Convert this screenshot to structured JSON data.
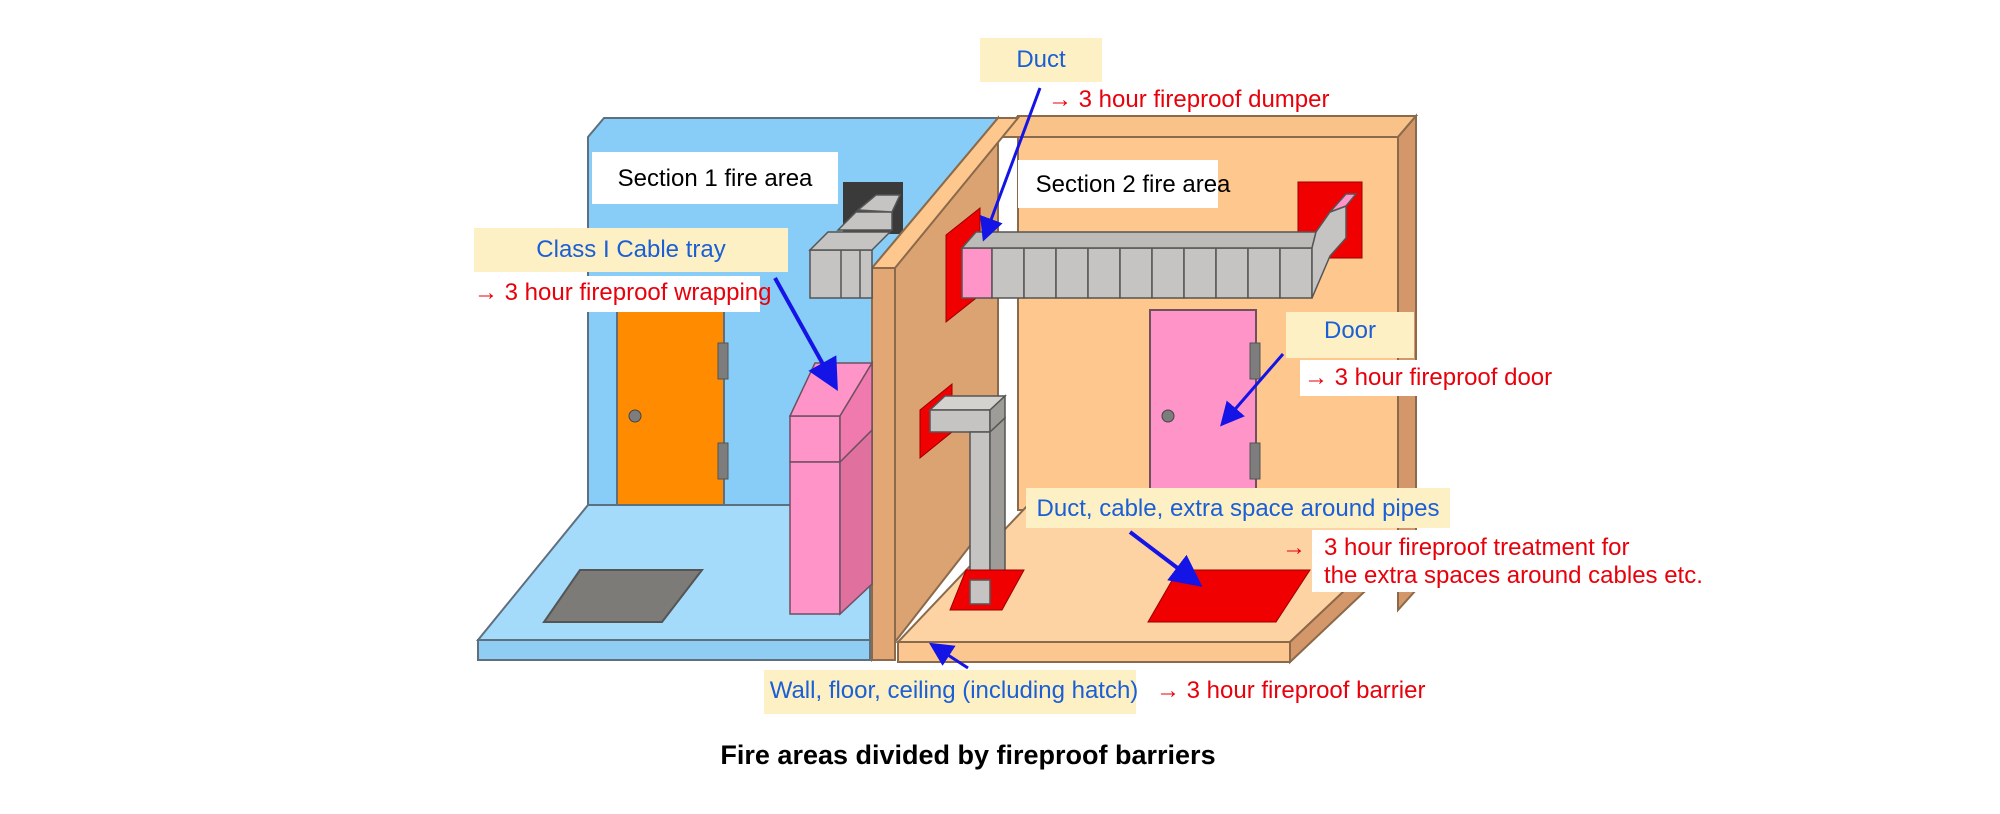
{
  "caption": "Fire areas divided by fireproof barriers",
  "areas": {
    "section1": "Section 1 fire area",
    "section2": "Section 2 fire area"
  },
  "callouts": {
    "duct": {
      "label": "Duct",
      "treatment": "→ 3 hour fireproof dumper"
    },
    "cable_tray": {
      "label": "Class I Cable tray",
      "treatment": "→ 3 hour fireproof wrapping"
    },
    "door": {
      "label": "Door",
      "treatment": "→ 3 hour fireproof door"
    },
    "penetrations": {
      "label": "Duct, cable, extra space around pipes",
      "treatment_line1": "3 hour fireproof treatment for",
      "treatment_line2": "the extra spaces around cables etc.",
      "arrow": "→"
    },
    "barrier": {
      "label": "Wall, floor, ceiling (including hatch)",
      "treatment": "→ 3 hour fireproof barrier"
    }
  },
  "colors": {
    "section1_wall": "#87cdf7",
    "section1_floor": "#a4dafa",
    "section2_wall": "#fdc78e",
    "section2_floor": "#fdd3a3",
    "divider_wall": "#dba371",
    "label_highlight": "#fdf0c4",
    "blue_text": "#1a5fd6",
    "red_text": "#e8000b",
    "arrow": "#1414e6",
    "fire_seal": "#f00000"
  }
}
